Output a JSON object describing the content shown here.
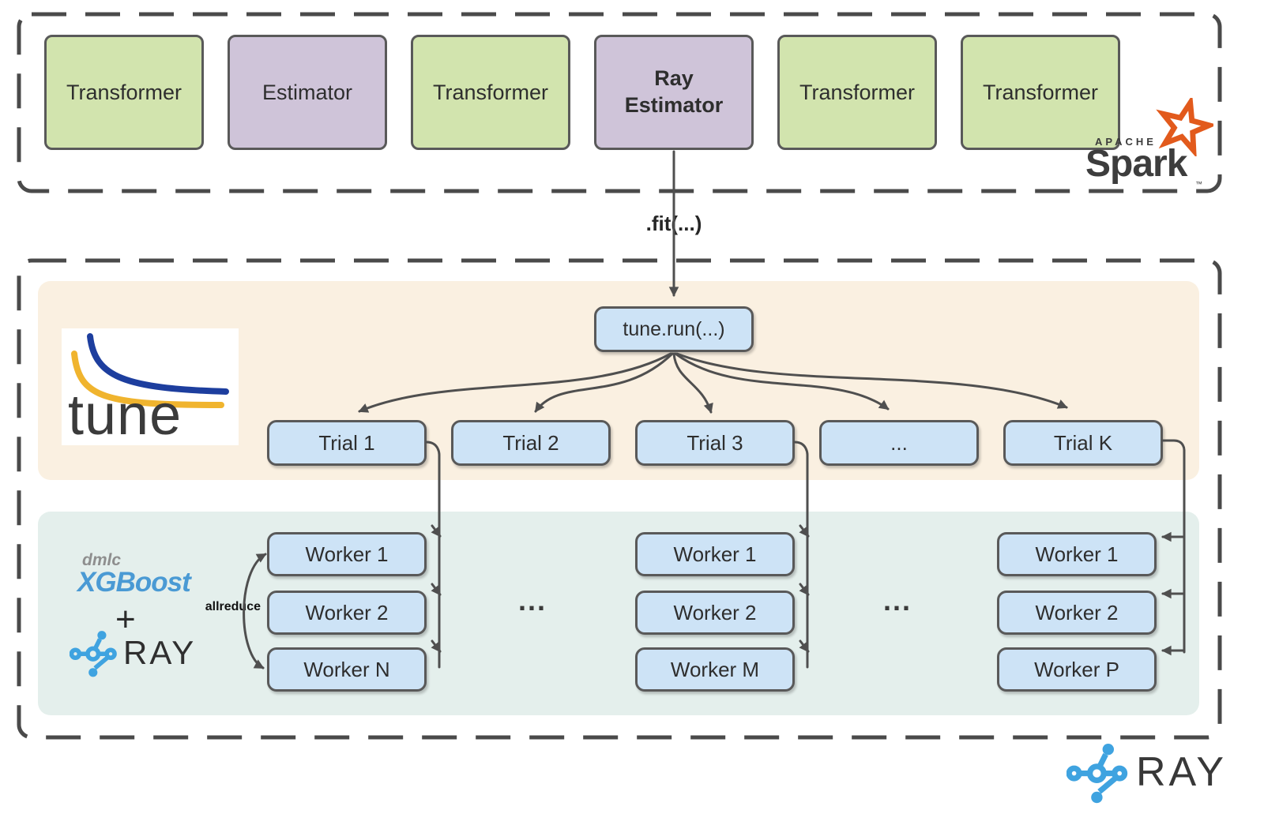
{
  "colors": {
    "green_box": "#d2e4ae",
    "purple_box": "#cfc4d9",
    "blue_box": "#cde3f6",
    "box_border": "#595959",
    "tune_band": "#faf0e1",
    "xgboost_band": "#e4efec",
    "dashed_border": "#4a4a4a",
    "spark_orange": "#e25a1c",
    "ray_blue": "#3fa3e0",
    "xgboost_blue": "#4a9ad4"
  },
  "spark_section": {
    "boxes": [
      {
        "label": "Transformer",
        "variant": "green"
      },
      {
        "label": "Estimator",
        "variant": "purple"
      },
      {
        "label": "Transformer",
        "variant": "green"
      },
      {
        "label": "Ray Estimator",
        "variant": "purple-bold"
      },
      {
        "label": "Transformer",
        "variant": "green"
      },
      {
        "label": "Transformer",
        "variant": "green"
      }
    ],
    "spark_logo": {
      "apache": "APACHE",
      "name": "Spark",
      "tm": "™"
    }
  },
  "fit_label": ".fit(...)",
  "tune_section": {
    "logo_text": "tune",
    "tune_run_label": "tune.run(...)",
    "trials": [
      "Trial 1",
      "Trial 2",
      "Trial 3",
      "...",
      "Trial K"
    ]
  },
  "xgboost_section": {
    "dmlc": "dmlc",
    "xgboost": "XGBoost",
    "plus": "+",
    "ray": "RAY",
    "allreduce_label": "allreduce",
    "dots": "...",
    "worker_groups": [
      {
        "workers": [
          "Worker 1",
          "Worker 2",
          "Worker N"
        ]
      },
      {
        "workers": [
          "Worker 1",
          "Worker 2",
          "Worker M"
        ]
      },
      {
        "workers": [
          "Worker 1",
          "Worker 2",
          "Worker P"
        ]
      }
    ]
  },
  "ray_logo_text": "RAY"
}
